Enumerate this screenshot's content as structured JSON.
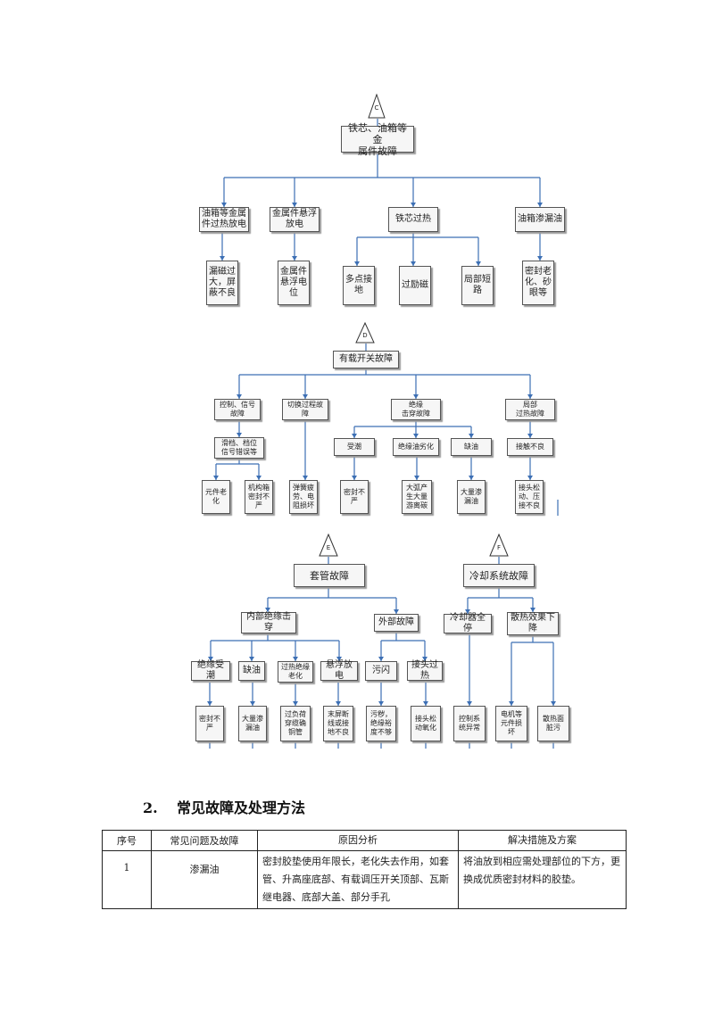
{
  "trees": [
    {
      "letter": "C",
      "root": "铁芯、油箱等金\n属件故障",
      "children": [
        {
          "label": "油箱等金属\n件过热放电",
          "leaves": [
            "漏磁过\n大，屏\n蔽不良"
          ]
        },
        {
          "label": "金属件悬浮\n放电",
          "leaves": [
            "金属件\n悬浮电\n位"
          ]
        },
        {
          "label": "铁芯过热",
          "leaves": [
            "多点接\n地",
            "过励磁",
            "局部短\n路"
          ]
        },
        {
          "label": "油箱渗漏油",
          "leaves": [
            "密封老\n化、砂\n眼等"
          ]
        }
      ]
    },
    {
      "letter": "D",
      "root": "有载开关故障",
      "children": [
        {
          "label": "控制、信号\n故障",
          "mid": [
            "滑档、档位\n信号错误等"
          ],
          "leaves": [
            "元件老\n化",
            "机构箱\n密封不\n严"
          ]
        },
        {
          "label": "切换过程故\n障",
          "leaves": [
            "弹簧疲\n劳、电\n阻损坏"
          ]
        },
        {
          "label": "绝缘\n击穿故障",
          "mid": [
            "受潮",
            "绝缘油劣化",
            "缺油"
          ],
          "leaves": [
            "密封不\n严",
            "大弧产\n生大量\n游离碳",
            "大量渗\n漏油"
          ]
        },
        {
          "label": "局部\n过热故障",
          "mid": [
            "接触不良"
          ],
          "leaves": [
            "接头松\n动、压\n接不良"
          ]
        }
      ]
    },
    {
      "letter": "E",
      "root": "套管故障",
      "children": [
        {
          "label": "内部绝缘击\n穿",
          "mid": [
            "绝缘受潮",
            "缺油",
            "过热绝缘\n老化",
            "悬浮放电"
          ],
          "leaves": [
            "密封不\n严",
            "大量渗\n漏油",
            "过负荷\n穿缆确\n铜管",
            "末屏断\n线或接\n地不良"
          ]
        },
        {
          "label": "外部故障",
          "mid": [
            "污闪",
            "接头过热"
          ],
          "leaves": [
            "污秽，\n绝缘裕\n度不够",
            "接头松\n动氧化"
          ]
        }
      ]
    },
    {
      "letter": "F",
      "root": "冷却系统故障",
      "children": [
        {
          "label": "冷却器全停",
          "leaves": [
            "控制系\n统异常"
          ]
        },
        {
          "label": "散热效果下\n降",
          "leaves": [
            "电机等\n元件损\n坏",
            "散热面\n脏污"
          ]
        }
      ]
    }
  ],
  "section": {
    "number": "2.",
    "title": "常见故障及处理方法"
  },
  "table": {
    "headers": [
      "序号",
      "常见问题及故障",
      "原因分析",
      "解决措施及方案"
    ],
    "rows": [
      {
        "no": "1",
        "fault": "渗漏油",
        "cause": "密封胶垫使用年限长，老化失去作用，如套管、升高座底部、有载调压开关顶部、瓦斯继电器、底部大盖、部分手孔",
        "solution": "将油放到相应需处理部位的下方，更换成优质密封材料的胶垫。"
      }
    ]
  },
  "colors": {
    "line": "#3c6fb4",
    "box_border": "#555555",
    "box_fill": "#f6f6f6"
  }
}
